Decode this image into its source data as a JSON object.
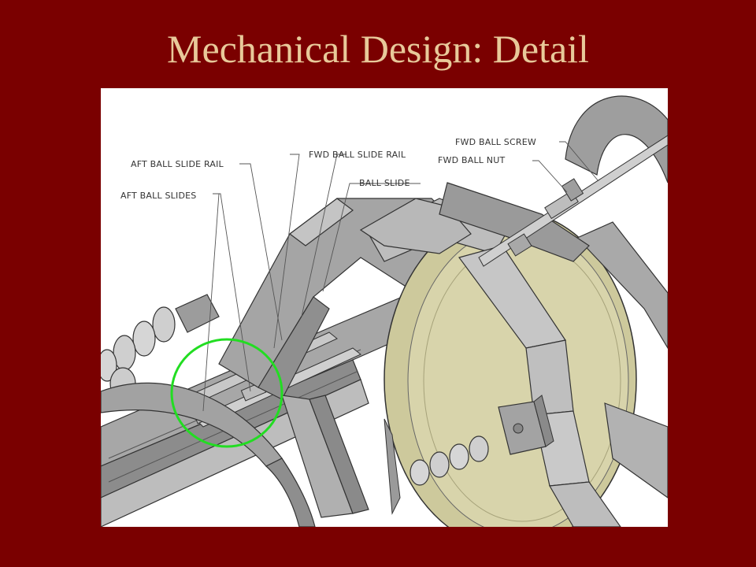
{
  "slide": {
    "title": "Mechanical Design: Detail"
  },
  "callouts": {
    "aft_ball_slide_rail": "AFT BALL SLIDE RAIL",
    "fwd_ball_slide_rail": "FWD BALL SLIDE RAIL",
    "ball_slide": "BALL SLIDE",
    "aft_ball_slides": "AFT BALL SLIDES",
    "fwd_ball_screw": "FWD BALL SCREW",
    "fwd_ball_nut": "FWD BALL NUT"
  },
  "colors": {
    "background": "#7a0000",
    "title": "#e8c99a",
    "highlight_circle": "#22dd22",
    "metal": "#a9a9a9",
    "lens": "#c9c596"
  }
}
